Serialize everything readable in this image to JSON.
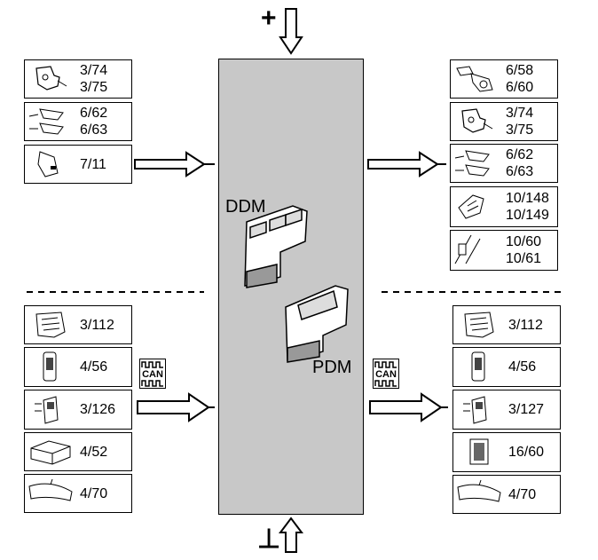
{
  "top_symbol": "+",
  "bottom_symbol": "⊥",
  "modules": {
    "ddm": "DDM",
    "pdm": "PDM"
  },
  "can_label": "CAN",
  "left_upper": [
    {
      "code1": "3/74",
      "code2": "3/75",
      "icon": "door-lock-icon"
    },
    {
      "code1": "6/62",
      "code2": "6/63",
      "icon": "mirror-motor-icon"
    },
    {
      "code1": "7/11",
      "code2": "",
      "icon": "mirror-icon"
    }
  ],
  "right_upper": [
    {
      "code1": "6/58",
      "code2": "6/60",
      "icon": "window-motor-icon"
    },
    {
      "code1": "3/74",
      "code2": "3/75",
      "icon": "door-lock-icon"
    },
    {
      "code1": "6/62",
      "code2": "6/63",
      "icon": "mirror-motor-icon"
    },
    {
      "code1": "10/148",
      "code2": "10/149",
      "icon": "mirror-heater-icon"
    },
    {
      "code1": "10/60",
      "code2": "10/61",
      "icon": "door-light-icon"
    }
  ],
  "left_lower": [
    {
      "code1": "3/112",
      "code2": "",
      "icon": "control-module-icon"
    },
    {
      "code1": "4/56",
      "code2": "",
      "icon": "remote-key-icon"
    },
    {
      "code1": "3/126",
      "code2": "",
      "icon": "switch-panel-icon"
    },
    {
      "code1": "4/52",
      "code2": "",
      "icon": "sensor-unit-icon"
    },
    {
      "code1": "4/70",
      "code2": "",
      "icon": "rear-view-mirror-icon"
    }
  ],
  "right_lower": [
    {
      "code1": "3/112",
      "code2": "",
      "icon": "control-module-icon"
    },
    {
      "code1": "4/56",
      "code2": "",
      "icon": "remote-key-icon"
    },
    {
      "code1": "3/127",
      "code2": "",
      "icon": "switch-panel-icon"
    },
    {
      "code1": "16/60",
      "code2": "",
      "icon": "speaker-icon"
    },
    {
      "code1": "4/70",
      "code2": "",
      "icon": "rear-view-mirror-icon"
    }
  ]
}
